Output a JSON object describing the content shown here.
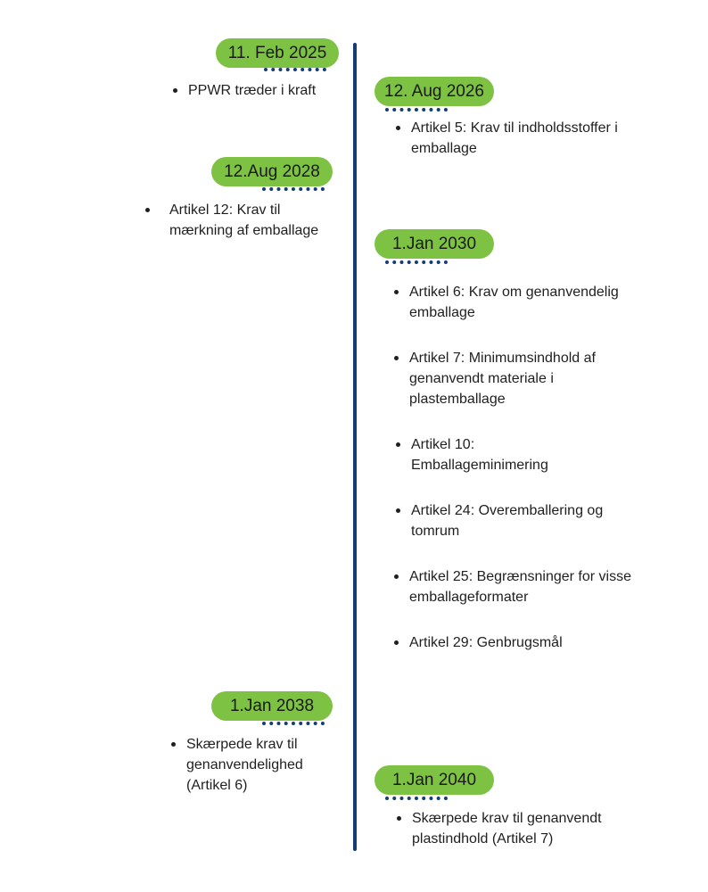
{
  "events": [
    {
      "date": "11. Feb 2025",
      "items": [
        "PPWR træder i kraft"
      ]
    },
    {
      "date": "12. Aug 2026",
      "items": [
        "Artikel 5: Krav til indholdsstoffer i emballage"
      ]
    },
    {
      "date": "12.Aug 2028",
      "items": [
        "Artikel 12: Krav til mærkning af emballage"
      ]
    },
    {
      "date": "1.Jan 2030",
      "items": [
        "Artikel 6: Krav om genanvendelig emballage",
        "Artikel 7: Minimumsindhold af genanvendt materiale i plastemballage",
        "Artikel 10: Emballageminimering",
        "Artikel 24: Overemballering og tomrum",
        "Artikel 25: Begrænsninger for visse emballageformater",
        "Artikel 29: Genbrugsmål"
      ]
    },
    {
      "date": "1.Jan 2038",
      "items": [
        "Skærpede krav til genanvendelighed (Artikel 6)"
      ]
    },
    {
      "date": "1.Jan 2040",
      "items": [
        "Skærpede krav til genanvendt plastindhold (Artikel 7)"
      ]
    }
  ],
  "colors": {
    "pill": "#7dc242",
    "axis": "#143d73"
  }
}
